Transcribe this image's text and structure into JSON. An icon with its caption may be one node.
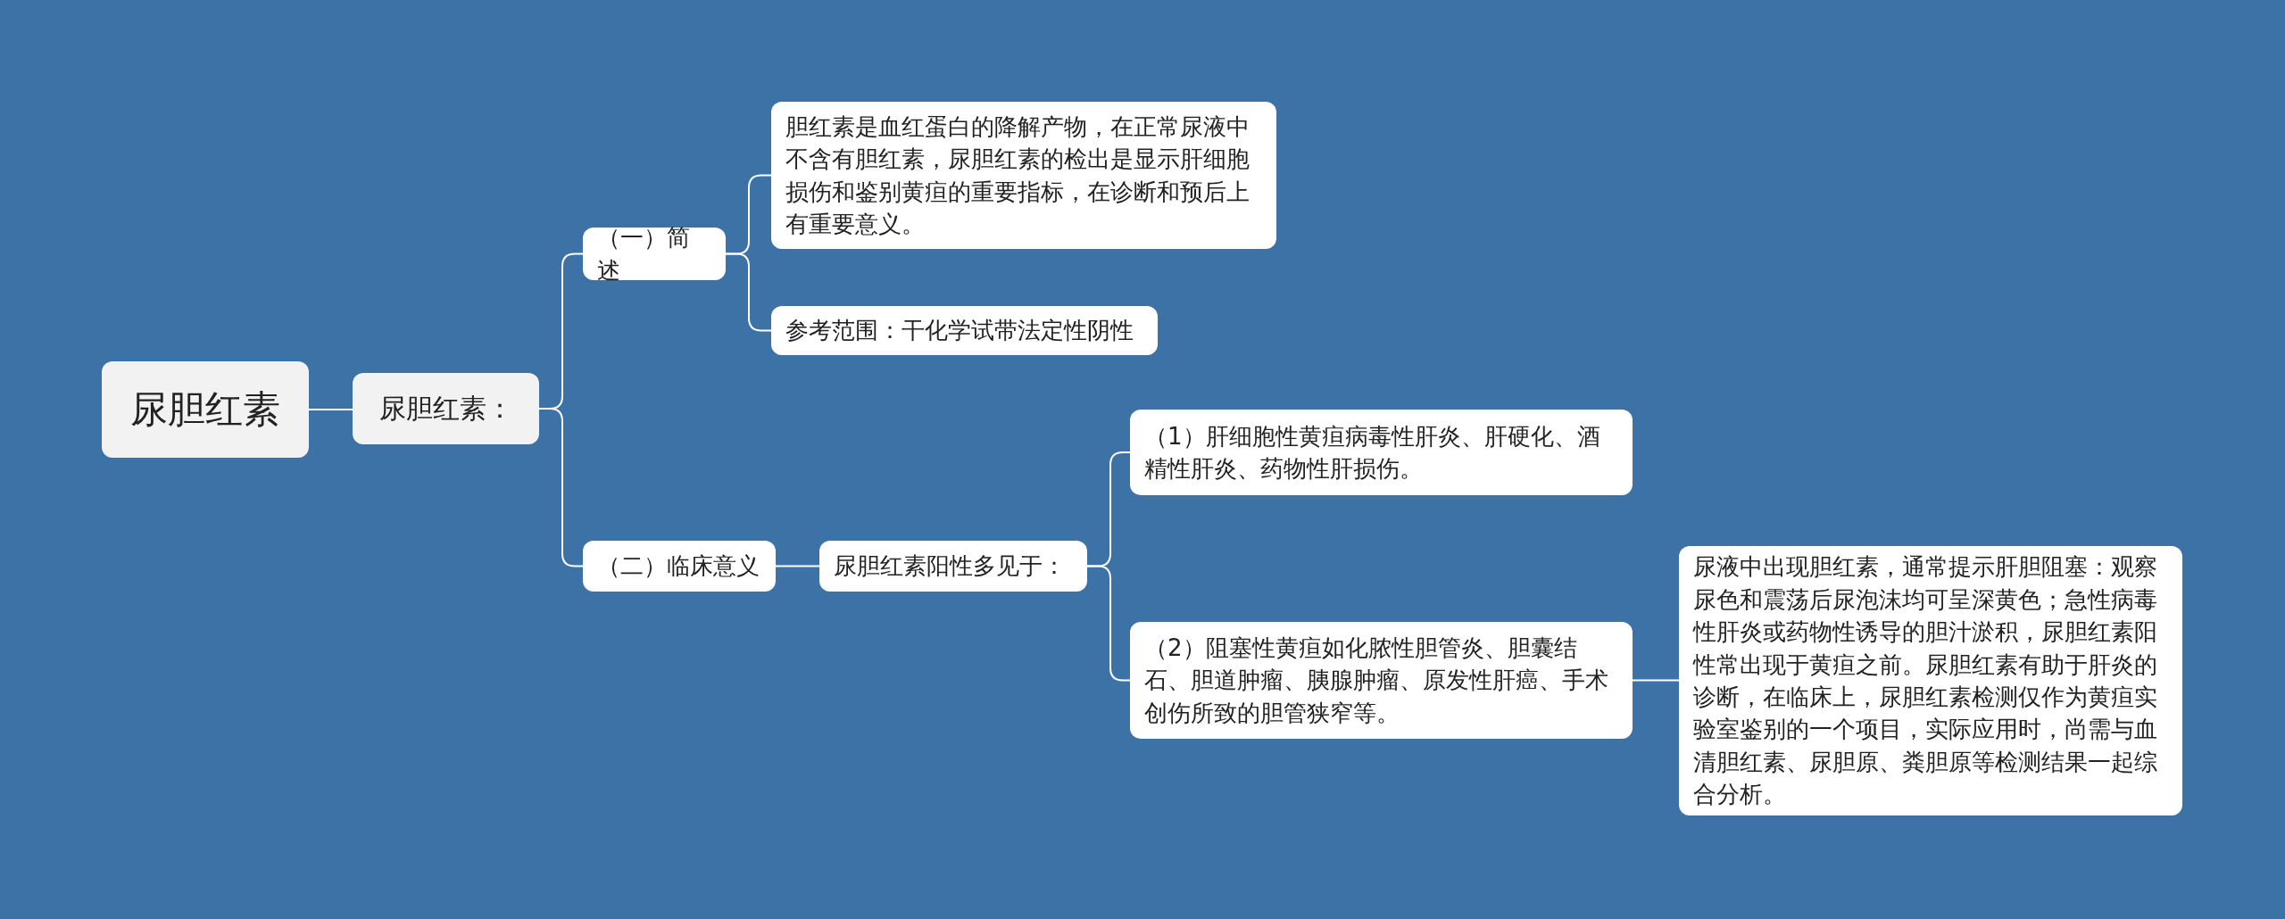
{
  "diagram": {
    "nodes": [
      {
        "text": [
          "尿胆红素"
        ]
      },
      {
        "text": [
          "尿胆红素："
        ]
      },
      {
        "text": [
          "（一）简述"
        ]
      },
      {
        "text": [
          "胆红素是血红蛋白的降解产物，在正常尿液中不含有胆红素，尿胆红素的检出是显示肝细胞损伤和鉴别黄疸的重要指标，在诊断和预后上有重要意义。"
        ]
      },
      {
        "text": [
          "参考范围：干化学试带法定性阴性"
        ]
      },
      {
        "text": [
          "（二）临床意义"
        ]
      },
      {
        "text": [
          "尿胆红素阳性多见于："
        ]
      },
      {
        "text": [
          "（1）肝细胞性黄疸病毒性肝炎、肝硬化、酒精性肝炎、药物性肝损伤。"
        ]
      },
      {
        "text": [
          "（2）阻塞性黄疸如化脓性胆管炎、胆囊结石、胆道肿瘤、胰腺肿瘤、原发性肝癌、手术创伤所致的胆管狭窄等。"
        ]
      },
      {
        "text": [
          "尿液中出现胆红素，通常提示肝胆阻塞：观察尿色和震荡后尿泡沫均可呈深黄色；急性病毒性肝炎或药物性诱导的胆汁淤积，尿胆红素阳性常出现于黄疸之前。尿胆红素有助于肝炎的诊断，在临床上，尿胆红素检测仅作为黄疸实验室鉴别的一个项目，实际应用时，尚需与血清胆红素、尿胆原、粪胆原等检测结果一起综合分析。"
        ]
      }
    ],
    "edges": [
      {
        "from": 0,
        "to": 1,
        "arrow": "none"
      },
      {
        "from": 1,
        "to": 2,
        "arrow": "none"
      },
      {
        "from": 1,
        "to": 5,
        "arrow": "none"
      },
      {
        "from": 2,
        "to": 3,
        "arrow": "none"
      },
      {
        "from": 2,
        "to": 4,
        "arrow": "none"
      },
      {
        "from": 5,
        "to": 6,
        "arrow": "none"
      },
      {
        "from": 6,
        "to": 7,
        "arrow": "none"
      },
      {
        "from": 6,
        "to": 8,
        "arrow": "none"
      },
      {
        "from": 8,
        "to": 9,
        "arrow": "none"
      }
    ]
  }
}
